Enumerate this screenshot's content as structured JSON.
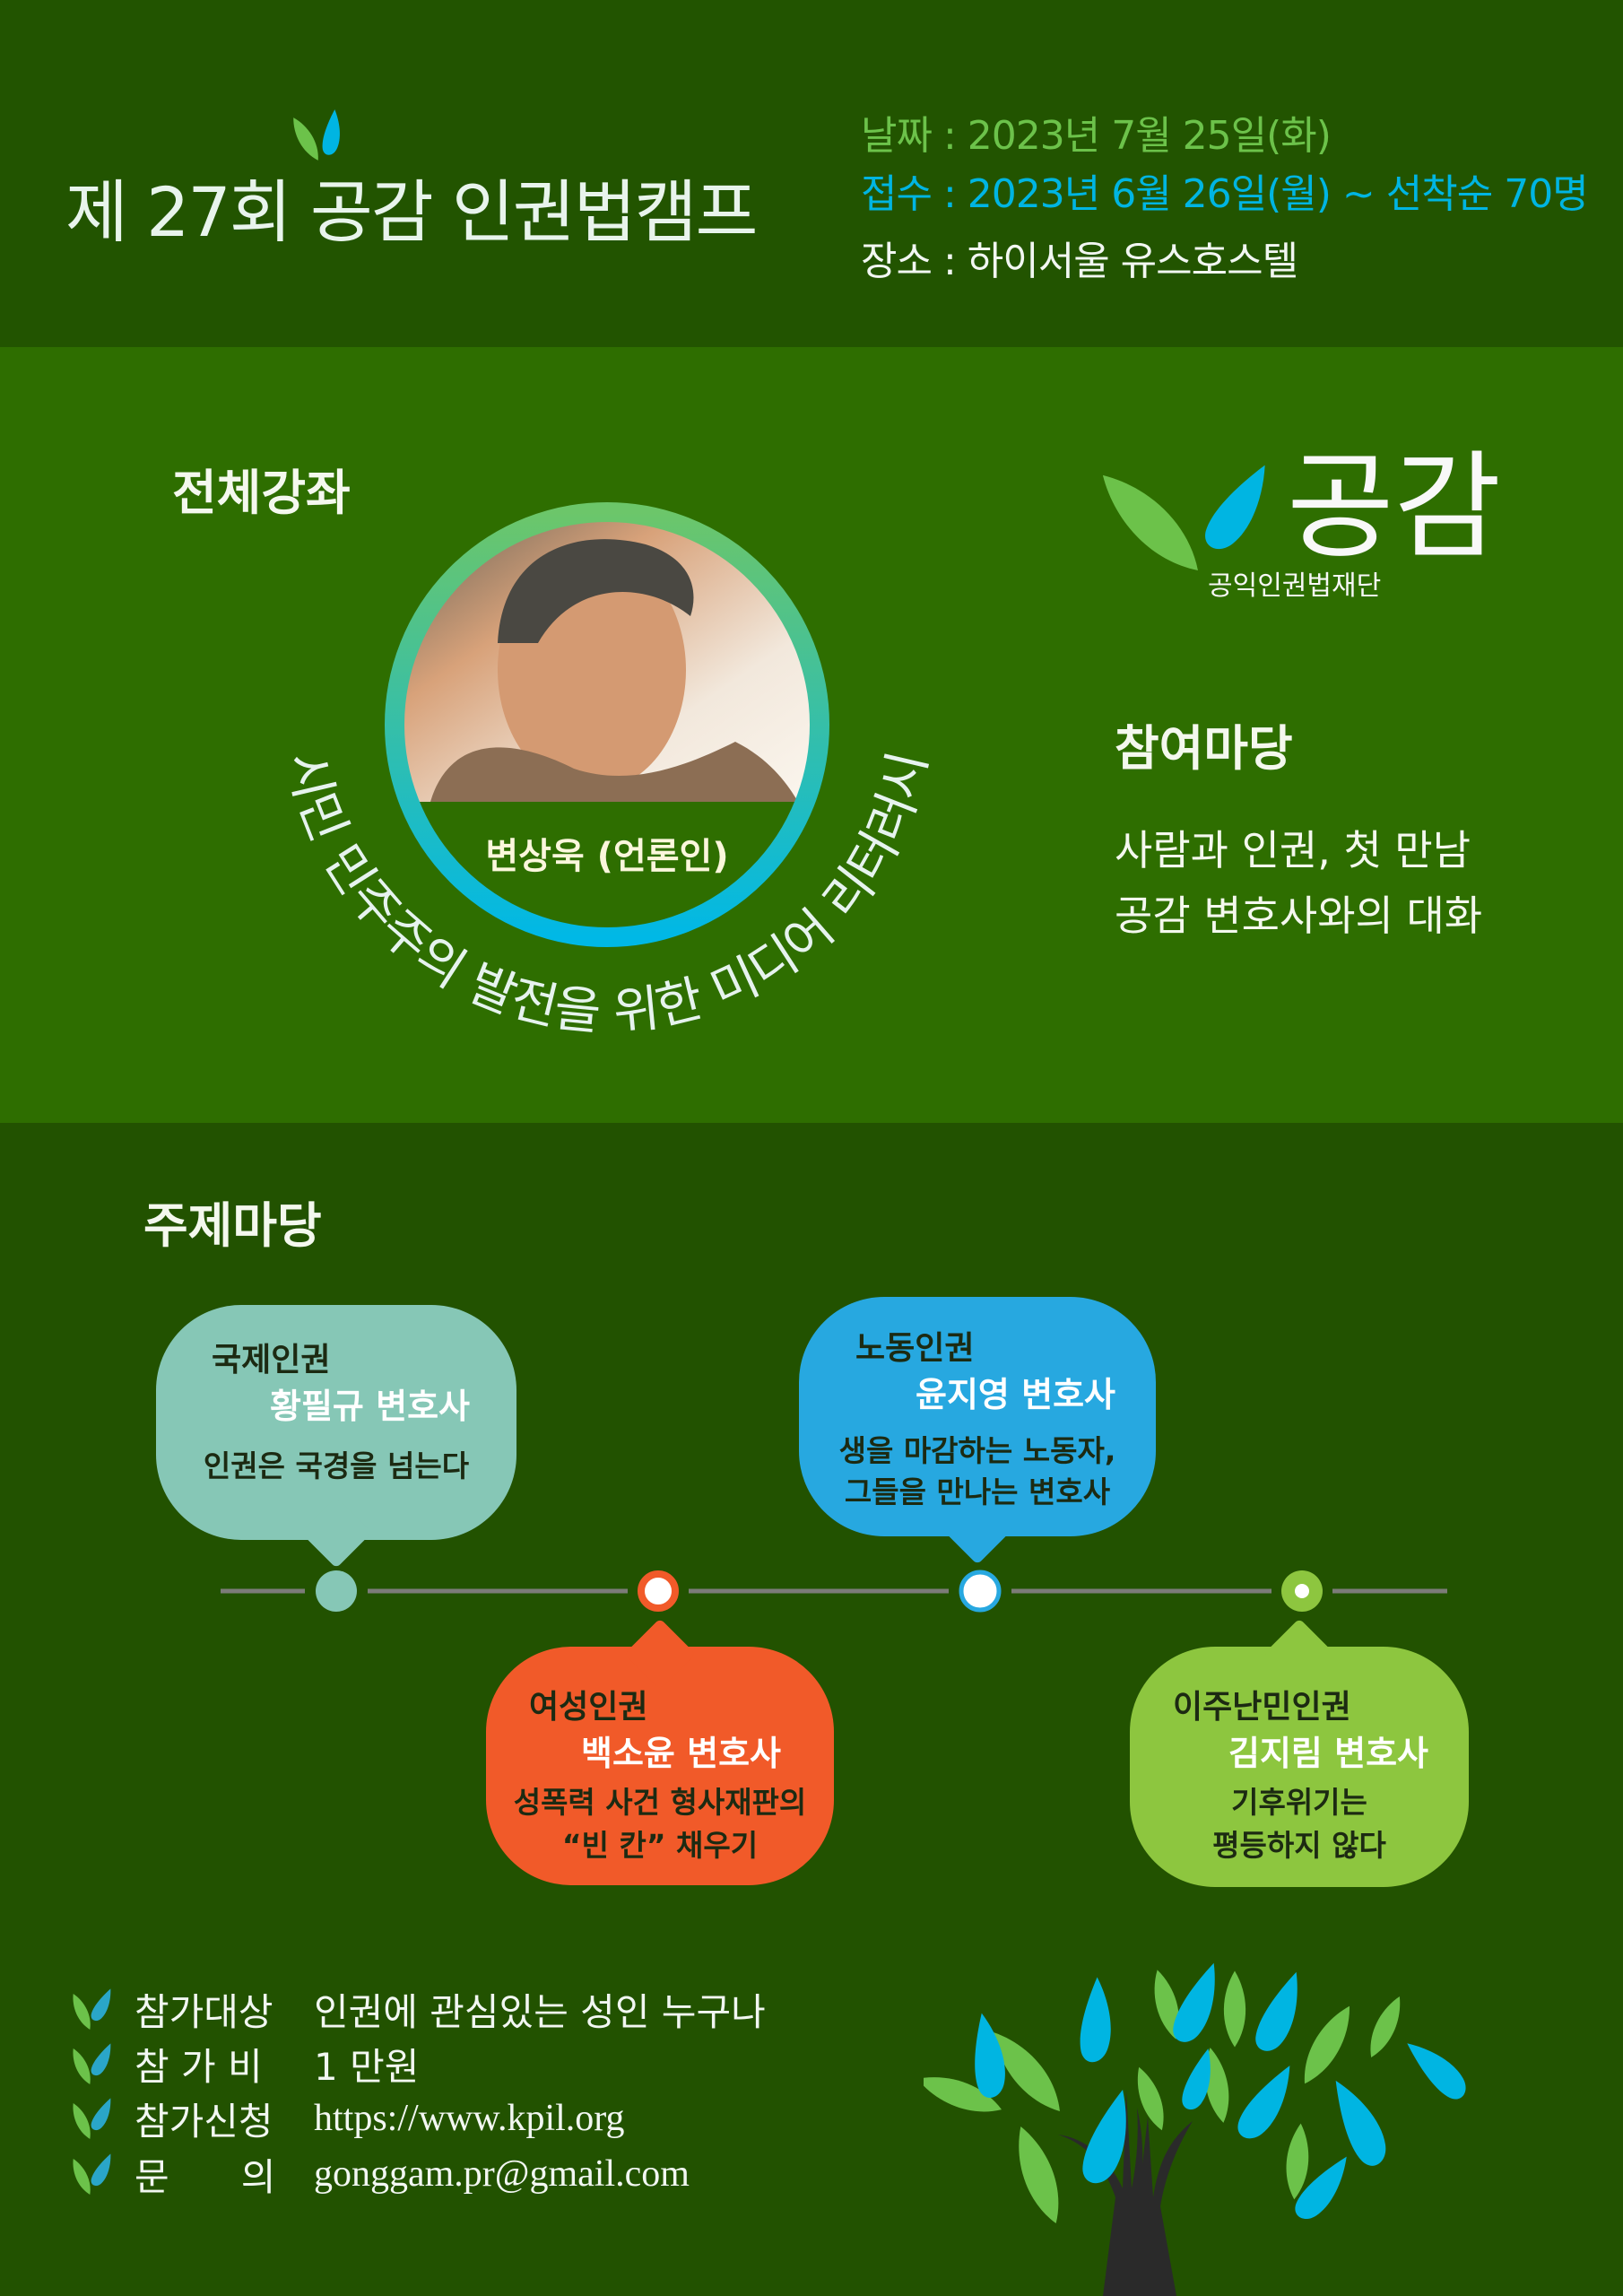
{
  "header": {
    "title": "제 27회 공감 인권법캠프",
    "date": "날짜 : 2023년 7월 25일(화)",
    "registration": "접수 : 2023년 6월 26일(월) ~ 선착순 70명",
    "place": "장소 : 하이서울 유스호스텔"
  },
  "lecture": {
    "heading": "전체강좌",
    "speaker": "변상욱 (언론인)",
    "topic": "시민 민주주의 발전을 위한 미디어 리터러시"
  },
  "logo": {
    "word": "공감",
    "subtitle": "공익인권법재단"
  },
  "participation": {
    "heading": "참여마당",
    "items": [
      "사람과 인권, 첫 만남",
      "공감 변호사와의 대화"
    ]
  },
  "themes": {
    "heading": "주제마당",
    "items": [
      {
        "title": "국제인권",
        "speaker": "황필규 변호사",
        "desc": [
          "인권은 국경을 넘는다"
        ],
        "color": "#86c7b6"
      },
      {
        "title": "여성인권",
        "speaker": "백소윤 변호사",
        "desc": [
          "성폭력 사건 형사재판의",
          "“빈 칸” 채우기"
        ],
        "color": "#f15a29"
      },
      {
        "title": "노동인권",
        "speaker": "윤지영 변호사",
        "desc": [
          "생을 마감하는 노동자,",
          "그들을 만나는 변호사"
        ],
        "color": "#27a8e0"
      },
      {
        "title": "이주난민인권",
        "speaker": "김지림 변호사",
        "desc": [
          "기후위기는",
          "평등하지 않다"
        ],
        "color": "#8dc63f"
      }
    ]
  },
  "details": [
    {
      "label": "참가대상",
      "value": "인권에 관심있는 성인 누구나"
    },
    {
      "label": "참 가 비",
      "value": "1 만원"
    },
    {
      "label": "참가신청",
      "value": "https://www.kpil.org"
    },
    {
      "label": "문      의",
      "value": "gonggam.pr@gmail.com"
    }
  ],
  "colors": {
    "leaf": "#6cc24a",
    "drop": "#00b5e2",
    "trunk": "#2a2a2a"
  }
}
